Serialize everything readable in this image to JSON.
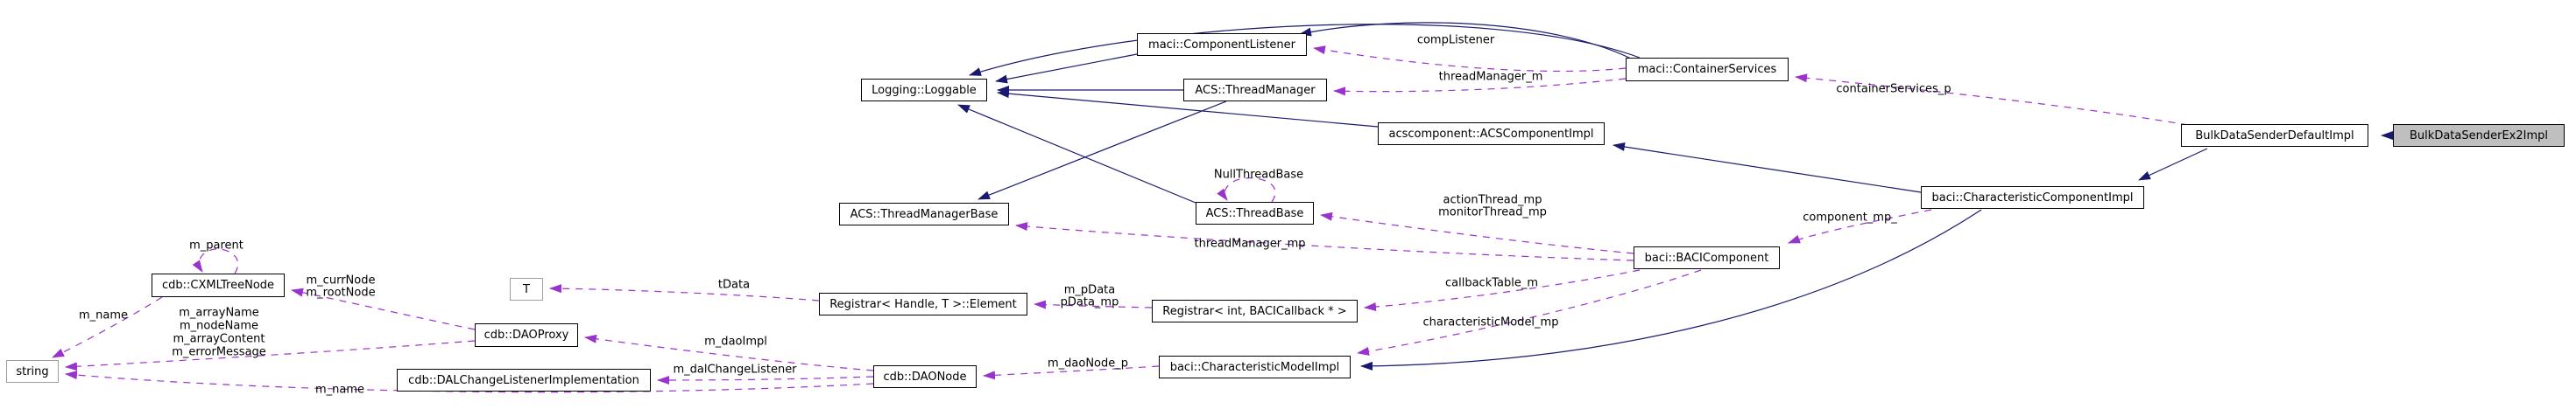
{
  "diagram": {
    "kind": "collaboration-graph",
    "colors": {
      "inheritance_edge": "#191970",
      "usage_edge": "#9a32cd",
      "node_background": "#ffffff",
      "node_border": "#000000",
      "highlight_background": "#bfbfbf",
      "external_border": "#9e9e9e"
    },
    "nodes": {
      "component_listener": "maci::ComponentListener",
      "container_services": "maci::ContainerServices",
      "loggable": "Logging::Loggable",
      "thread_manager": "ACS::ThreadManager",
      "acs_component_impl": "acscomponent::ACSComponentImpl",
      "bulk_data_sender_default_impl": "BulkDataSenderDefaultImpl",
      "bulk_data_sender_ex2_impl": "BulkDataSenderEx2Impl",
      "thread_manager_base": "ACS::ThreadManagerBase",
      "thread_base": "ACS::ThreadBase",
      "characteristic_component_impl": "baci::CharacteristicComponentImpl",
      "baci_component": "baci::BACIComponent",
      "cxml_tree_node": "cdb::CXMLTreeNode",
      "t_param": "T",
      "registrar_element": "Registrar< Handle, T >::Element",
      "registrar_int": "Registrar< int, BACICallback * >",
      "dao_proxy": "cdb::DAOProxy",
      "string_class": "string",
      "dal_change_listener_impl": "cdb::DALChangeListenerImplementation",
      "dao_node": "cdb::DAONode",
      "characteristic_model_impl": "baci::CharacteristicModelImpl"
    },
    "edge_labels": {
      "comp_listener": "compListener",
      "thread_manager_m": "threadManager_m",
      "container_services_p": "containerServices_p",
      "null_thread_base": "NullThreadBase",
      "action_thread_mp": "actionThread_mp",
      "monitor_thread_mp": "monitorThread_mp",
      "thread_manager_mp": "threadManager_mp",
      "component_mp": "component_mp_",
      "callback_table_m": "callbackTable_m",
      "characteristic_model_mp": "characteristicModel_mp",
      "m_parent": "m_parent",
      "m_curr_node": "m_currNode",
      "m_root_node": "m_rootNode",
      "t_data": "tData",
      "m_p_data": "m_pData",
      "p_data_mp": "pData_mp",
      "m_name_tree": "m_name",
      "m_array_name": "m_arrayName",
      "m_node_name": "m_nodeName",
      "m_array_content": "m_arrayContent",
      "m_error_message": "m_errorMessage",
      "m_dao_impl": "m_daoImpl",
      "m_dal_change_listener": "m_dalChangeListener",
      "m_dao_node_p": "m_daoNode_p",
      "m_name_dao": "m_name"
    }
  }
}
